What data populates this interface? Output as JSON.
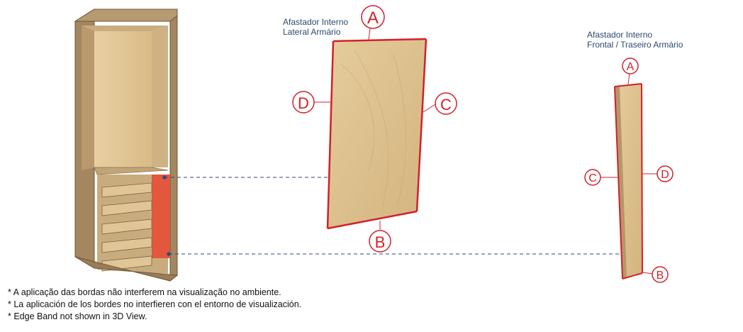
{
  "panel_lateral": {
    "title_line1": "Afastador Interno",
    "title_line2": "Lateral Armário",
    "edges": {
      "a": "A",
      "b": "B",
      "c": "C",
      "d": "D"
    }
  },
  "panel_frontal": {
    "title_line1": "Afastador Interno",
    "title_line2": "Frontal / Traseiro Armário",
    "edges": {
      "a": "A",
      "b": "B",
      "c": "C",
      "d": "D"
    }
  },
  "notes": [
    "* A aplicação das bordas não interferem na visualização no ambiente.",
    "* La aplicación de los bordes no interfieren con el entorno de visualización.",
    "* Edge Band not shown in 3D View."
  ],
  "colors": {
    "edge_band": "#d3202a",
    "leader_line": "#2d4a74",
    "wood": "#dcc08f",
    "cabinet_outer": "#a88a60",
    "caption_text": "#2b4a70"
  }
}
